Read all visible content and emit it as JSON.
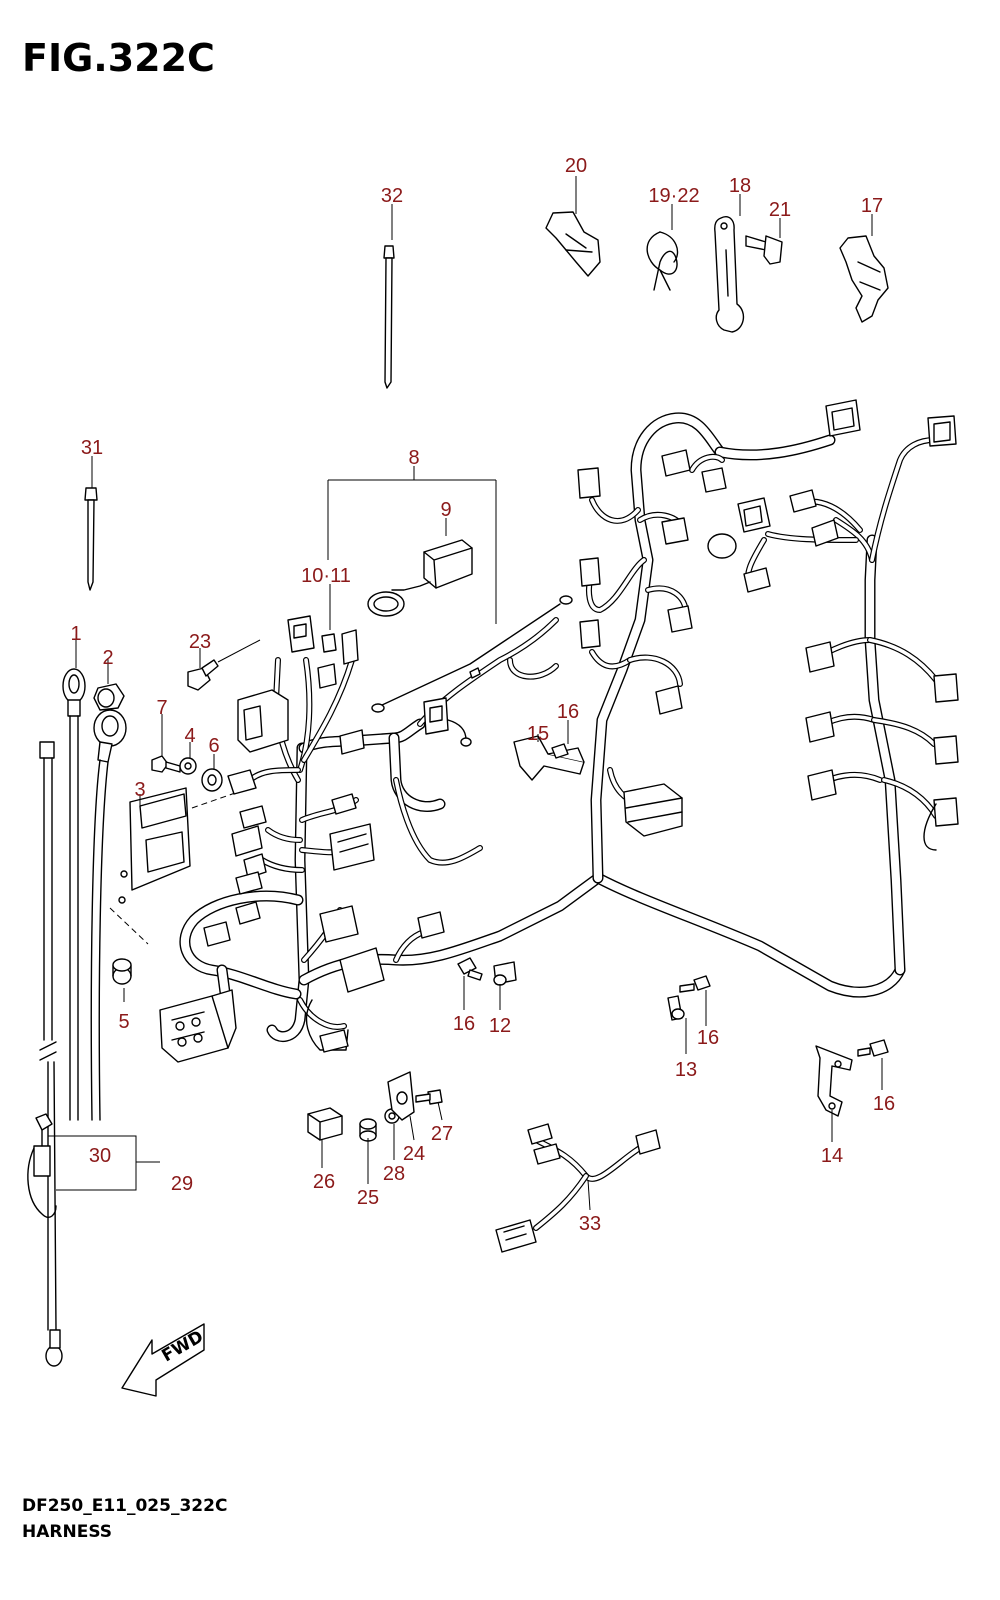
{
  "figure": {
    "title": "FIG.322C",
    "code": "DF250_E11_025_322C",
    "name": "HARNESS",
    "direction_label": "FWD"
  },
  "parts": [
    {
      "label": "1"
    },
    {
      "label": "2"
    },
    {
      "label": "3"
    },
    {
      "label": "4"
    },
    {
      "label": "5"
    },
    {
      "label": "6"
    },
    {
      "label": "7"
    },
    {
      "label": "8"
    },
    {
      "label": "9"
    },
    {
      "label": "10·11"
    },
    {
      "label": "12"
    },
    {
      "label": "13"
    },
    {
      "label": "14"
    },
    {
      "label": "15"
    },
    {
      "label": "16"
    },
    {
      "label": "16"
    },
    {
      "label": "16"
    },
    {
      "label": "16"
    },
    {
      "label": "17"
    },
    {
      "label": "18"
    },
    {
      "label": "19·22"
    },
    {
      "label": "20"
    },
    {
      "label": "21"
    },
    {
      "label": "23"
    },
    {
      "label": "24"
    },
    {
      "label": "25"
    },
    {
      "label": "26"
    },
    {
      "label": "27"
    },
    {
      "label": "28"
    },
    {
      "label": "29"
    },
    {
      "label": "30"
    },
    {
      "label": "31"
    },
    {
      "label": "32"
    },
    {
      "label": "33"
    }
  ],
  "colors": {
    "callout": "#8b1a1a",
    "line": "#000000",
    "background": "#ffffff"
  }
}
